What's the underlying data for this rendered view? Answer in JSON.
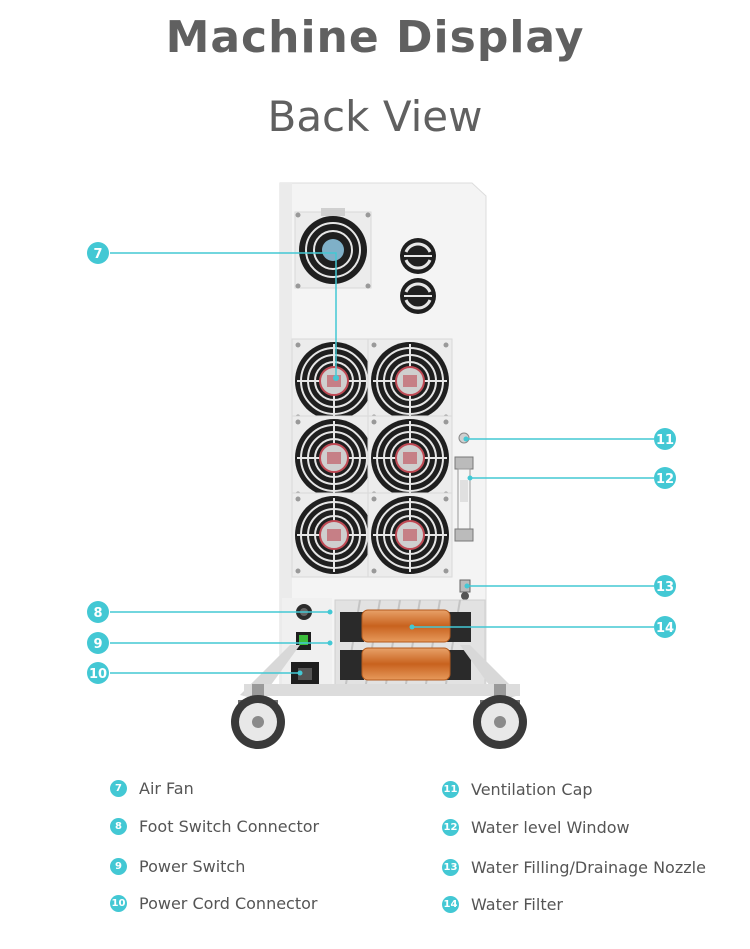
{
  "header": {
    "title": "Machine  Display",
    "subtitle": "Back  View"
  },
  "accent_color": "#43c8d4",
  "callouts": [
    "7",
    "8",
    "9",
    "10",
    "11",
    "12",
    "13",
    "14"
  ],
  "legend": {
    "left": [
      {
        "num": "7",
        "label": "Air Fan"
      },
      {
        "num": "8",
        "label": "Foot Switch Connector"
      },
      {
        "num": "9",
        "label": "Power Switch"
      },
      {
        "num": "10",
        "label": "Power Cord Connector"
      }
    ],
    "right": [
      {
        "num": "11",
        "label": "Ventilation Cap"
      },
      {
        "num": "12",
        "label": "Water level Window"
      },
      {
        "num": "13",
        "label": "Water Filling/Drainage Nozzle"
      },
      {
        "num": "14",
        "label": "Water Filter"
      }
    ]
  }
}
